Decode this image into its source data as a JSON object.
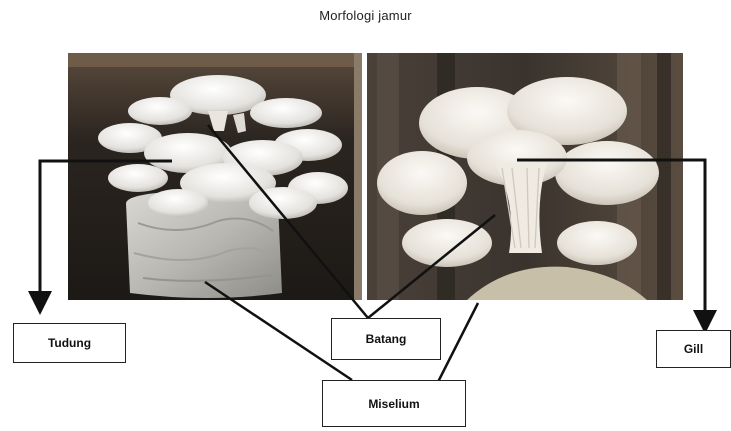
{
  "title": "Morfologi jamur",
  "labels": {
    "tudung": "Tudung",
    "batang": "Batang",
    "gill": "Gill",
    "miselium": "Miselium"
  },
  "colors": {
    "line": "#111111",
    "left_photo_bg": "#2a2420",
    "right_photo_bg": "#3a3530",
    "mushroom": "#e8e6e2"
  }
}
